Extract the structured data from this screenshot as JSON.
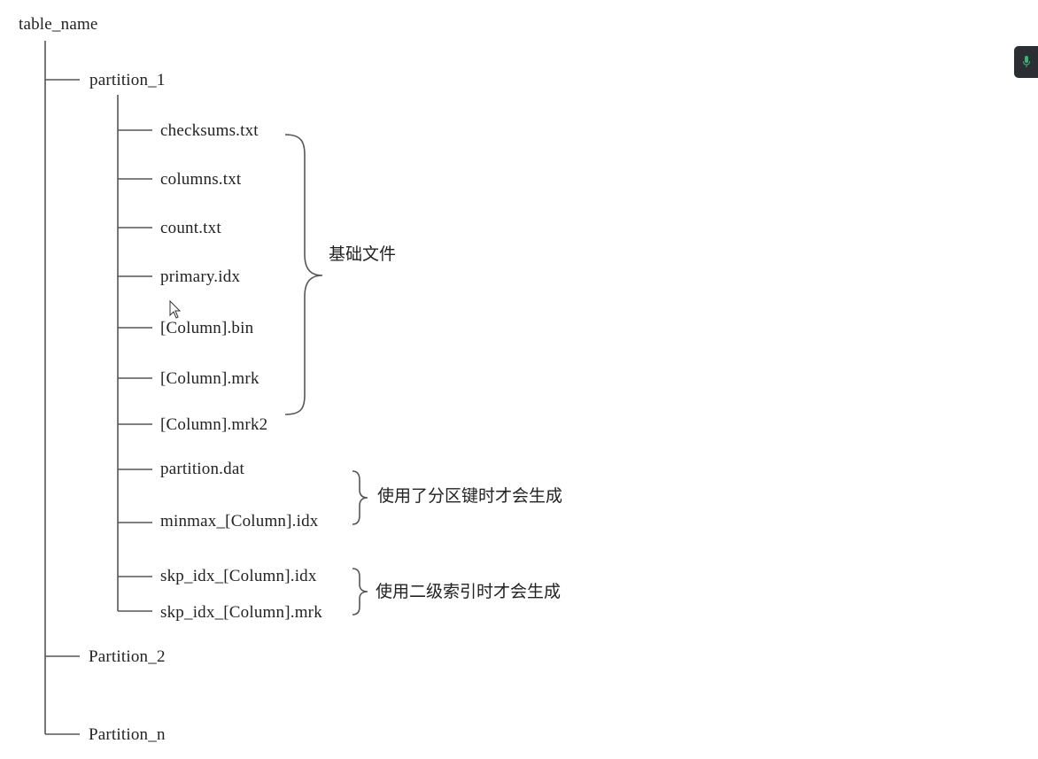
{
  "root": {
    "label": "table_name"
  },
  "partitions": [
    {
      "label": "partition_1"
    },
    {
      "label": "Partition_2"
    },
    {
      "label": "Partition_n"
    }
  ],
  "files": [
    {
      "label": "checksums.txt"
    },
    {
      "label": "columns.txt"
    },
    {
      "label": "count.txt"
    },
    {
      "label": "primary.idx"
    },
    {
      "label": "[Column].bin"
    },
    {
      "label": "[Column].mrk"
    },
    {
      "label": "[Column].mrk2"
    },
    {
      "label": "partition.dat"
    },
    {
      "label": "minmax_[Column].idx"
    },
    {
      "label": "skp_idx_[Column].idx"
    },
    {
      "label": "skp_idx_[Column].mrk"
    }
  ],
  "annotations": {
    "basic_files": "基础文件",
    "partition_key_files": "使用了分区键时才会生成",
    "secondary_index_files": "使用二级索引时才会生成"
  },
  "colors": {
    "line": "#555555",
    "text": "#222222",
    "mic_button": "#2b2f33",
    "mic_icon": "#3cb371"
  }
}
